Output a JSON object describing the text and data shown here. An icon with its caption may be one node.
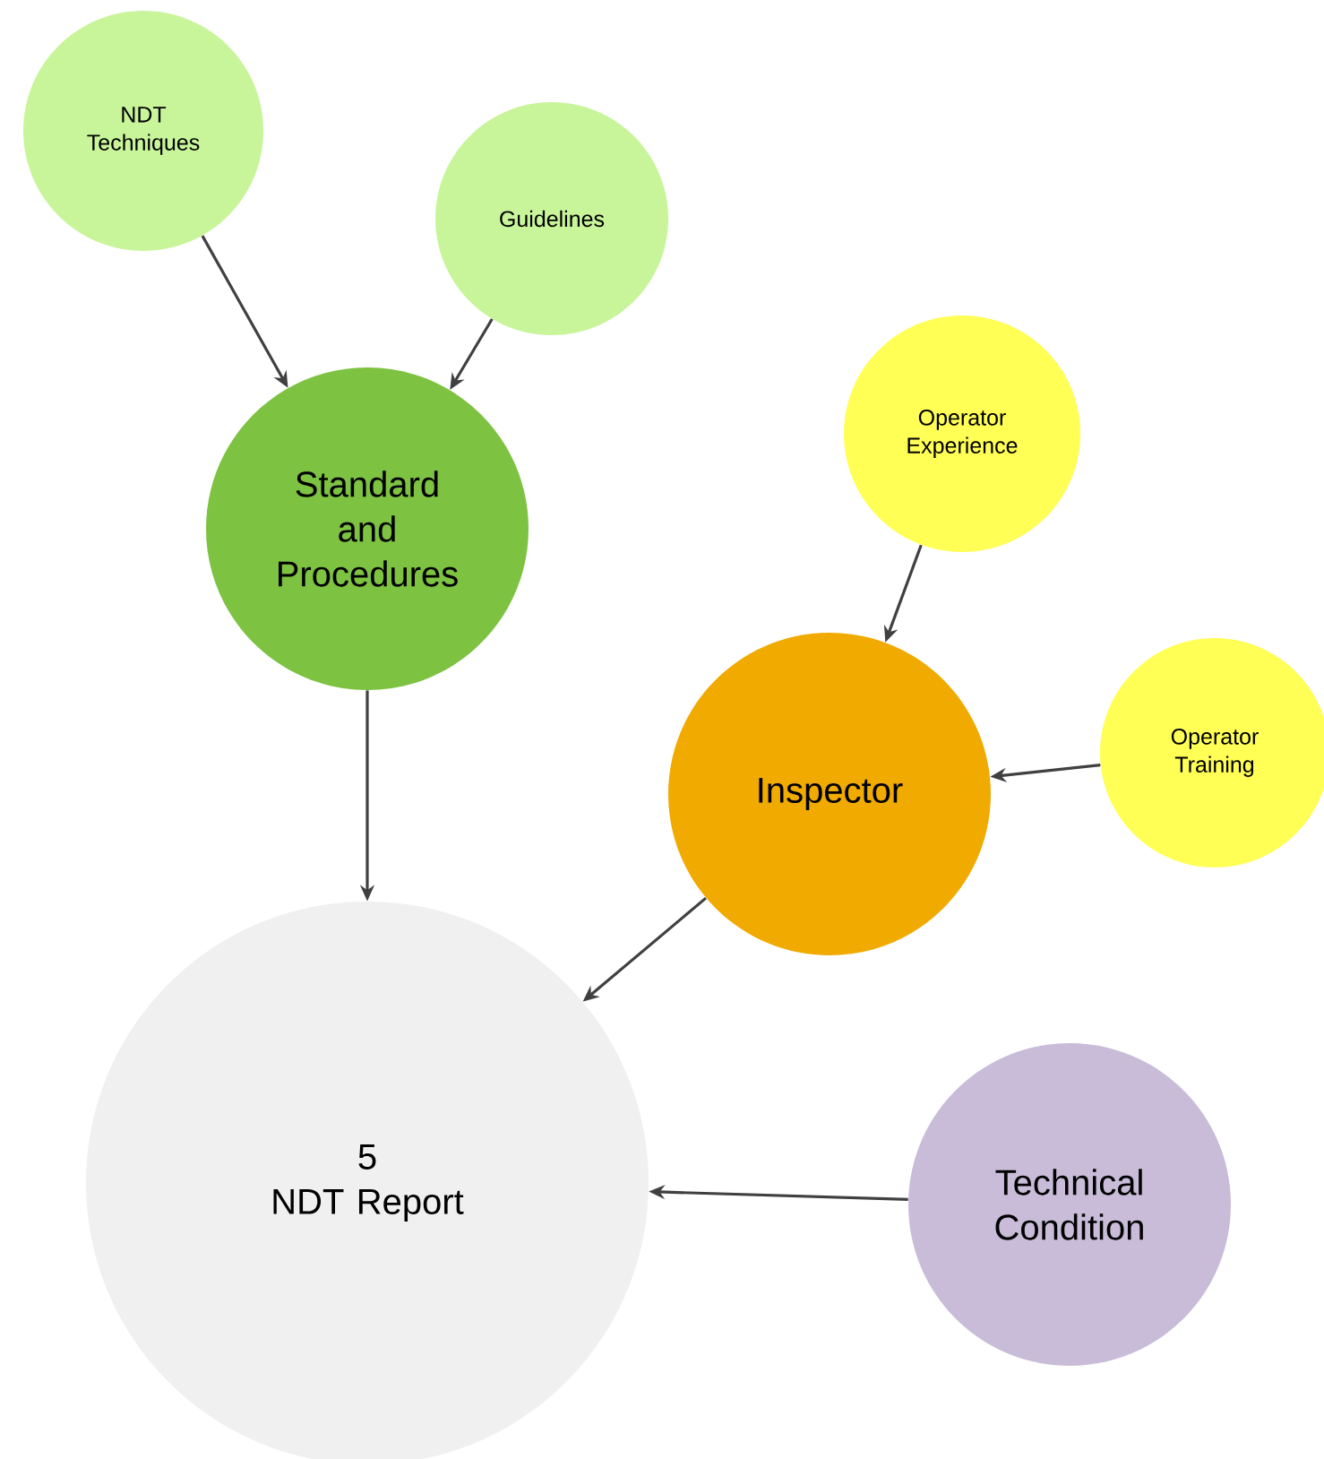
{
  "diagram": {
    "nodes": [
      {
        "text": [
          "NDT Techniques"
        ]
      },
      {
        "text": [
          "Guidelines"
        ]
      },
      {
        "text": [
          "Standard and Procedures"
        ]
      },
      {
        "text": [
          "Operator Experience"
        ]
      },
      {
        "text": [
          "Inspector"
        ]
      },
      {
        "text": [
          "Operator Training"
        ]
      },
      {
        "text": [
          "5",
          "NDT Report"
        ]
      },
      {
        "text": [
          "Technical Condition"
        ]
      }
    ],
    "edges": [
      {
        "from": 0,
        "to": 2,
        "arrow": "to"
      },
      {
        "from": 1,
        "to": 2,
        "arrow": "to"
      },
      {
        "from": 3,
        "to": 4,
        "arrow": "to"
      },
      {
        "from": 5,
        "to": 4,
        "arrow": "to"
      },
      {
        "from": 2,
        "to": 6,
        "arrow": "to"
      },
      {
        "from": 4,
        "to": 6,
        "arrow": "to"
      },
      {
        "from": 7,
        "to": 6,
        "arrow": "to"
      }
    ]
  }
}
